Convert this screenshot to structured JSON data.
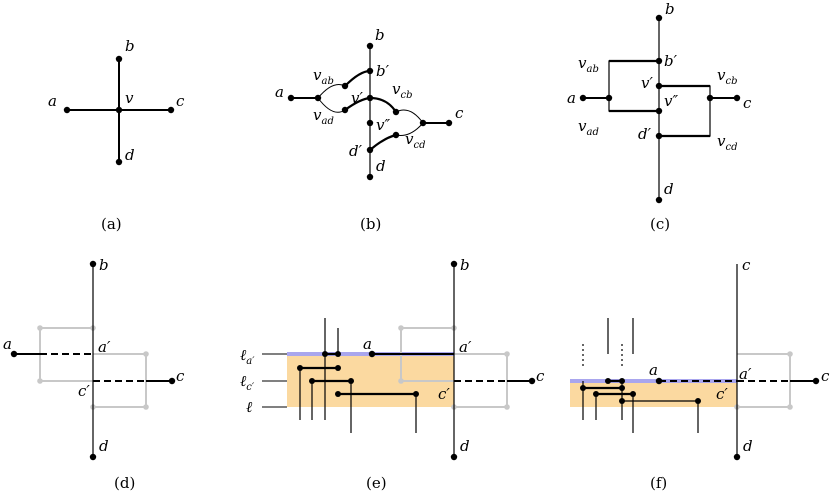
{
  "panels": {
    "a": {
      "caption": "(a)",
      "labels": {
        "a": "a",
        "b": "b",
        "c": "c",
        "d": "d",
        "v": "v"
      }
    },
    "b": {
      "caption": "(b)",
      "labels": {
        "a": "a",
        "b": "b",
        "c": "c",
        "d": "d",
        "vab": "v_ab",
        "vad": "v_ad",
        "vcb": "v_cb",
        "vcd": "v_cd",
        "bp": "b′",
        "dp": "d′",
        "vp": "v′",
        "vpp": "v″"
      }
    },
    "c": {
      "caption": "(c)",
      "labels": {
        "a": "a",
        "b": "b",
        "c": "c",
        "d": "d",
        "vab": "v_ab",
        "vad": "v_ad",
        "vcb": "v_cb",
        "vcd": "v_cd",
        "bp": "b′",
        "dp": "d′",
        "vp": "v′",
        "vpp": "v″"
      }
    },
    "d": {
      "caption": "(d)",
      "labels": {
        "a": "a",
        "b": "b",
        "c": "c",
        "d": "d",
        "ap": "a′",
        "cp": "c′"
      }
    },
    "e": {
      "caption": "(e)",
      "labels": {
        "a": "a",
        "b": "b",
        "c": "c",
        "d": "d",
        "ap": "a′",
        "cp": "c′",
        "la": "ℓ_a′",
        "lc": "ℓ_c′",
        "l": "ℓ"
      }
    },
    "f": {
      "caption": "(f)",
      "labels": {
        "a": "a",
        "c": "c",
        "d": "d",
        "ap": "a′",
        "cp": "c′"
      }
    }
  },
  "colors": {
    "edge": "#000000",
    "ghost": "#c8c8c8",
    "shade": "#fbd9a0",
    "highlight": "#a9a6ee"
  }
}
